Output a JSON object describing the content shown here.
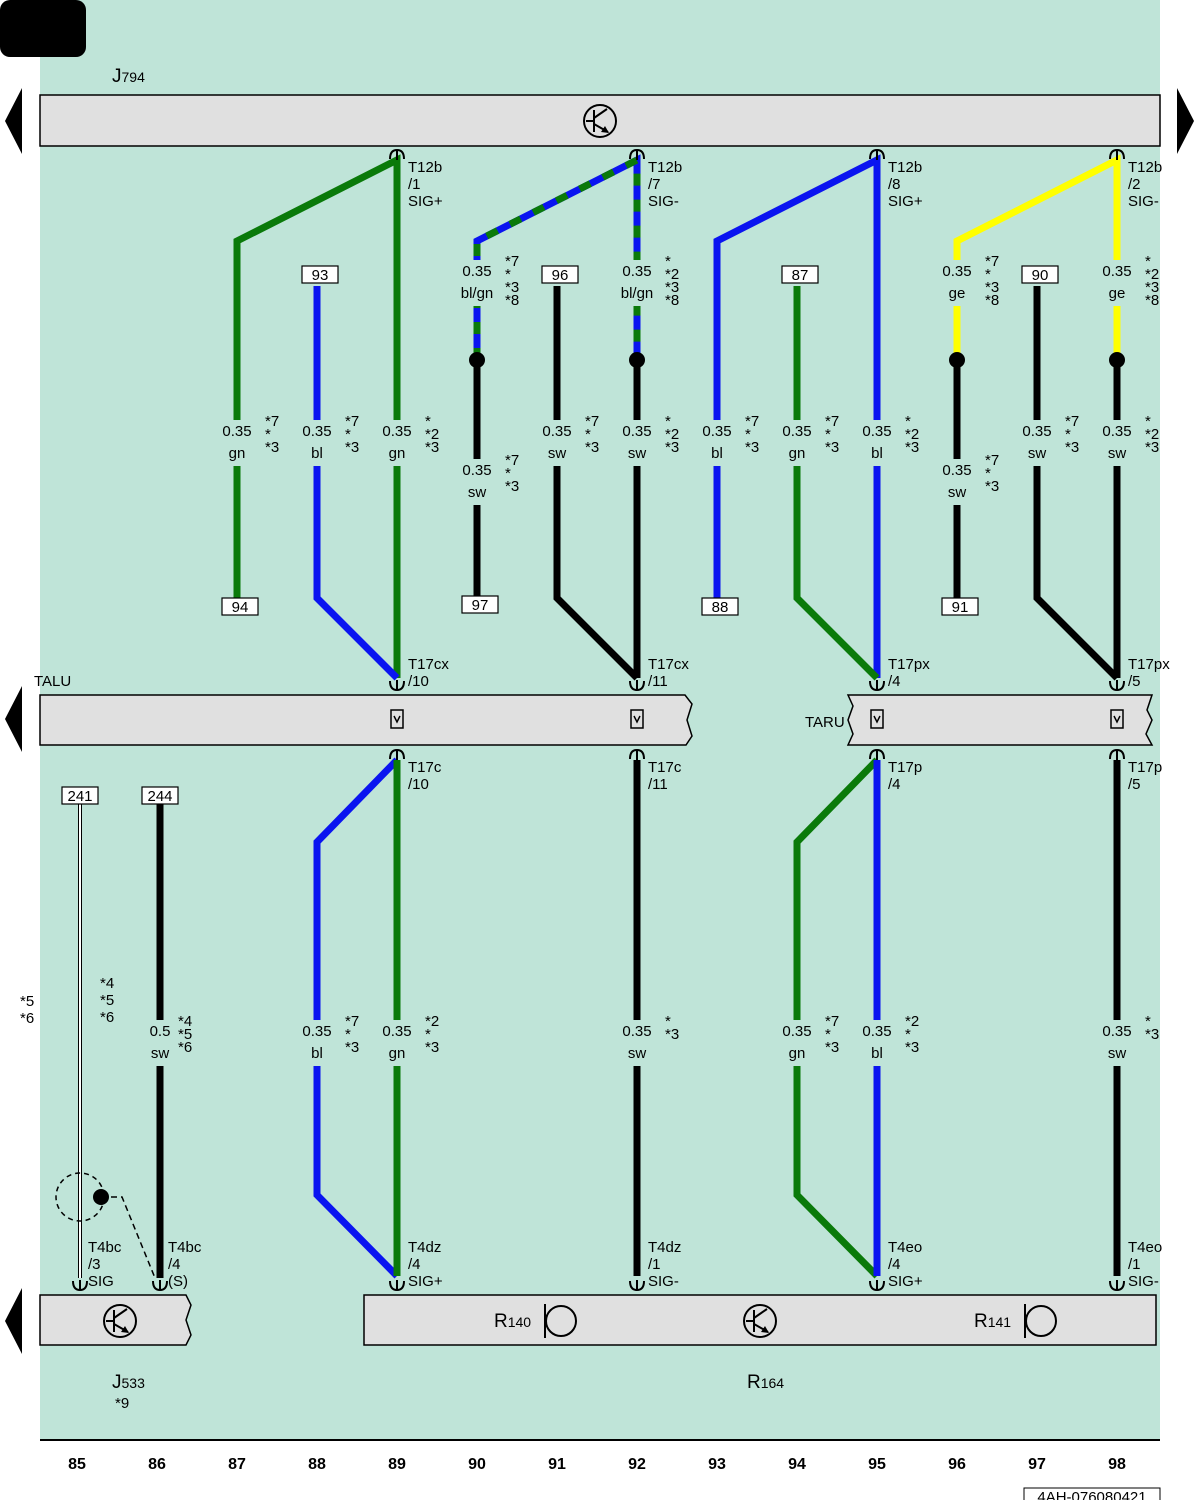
{
  "colors": {
    "background": "#bfe4d8",
    "bar": "#e0e0e0",
    "green": "#0a7a0a",
    "blue": "#0a14f0",
    "black": "#000000",
    "yellow": "#ffff00",
    "white": "#ffffff"
  },
  "diagram": {
    "page_tag": "",
    "doc_number": "4AH-076080421",
    "column_numbers": [
      "85",
      "86",
      "87",
      "88",
      "89",
      "90",
      "91",
      "92",
      "93",
      "94",
      "95",
      "96",
      "97",
      "98"
    ],
    "components": {
      "j794": {
        "main": "J",
        "sub": "794"
      },
      "talu": "TALU",
      "taru": "TARU",
      "j533": {
        "main": "J",
        "sub": "533",
        "note": "*9"
      },
      "r164": {
        "main": "R",
        "sub": "164"
      },
      "r140": {
        "main": "R",
        "sub": "140"
      },
      "r141": {
        "main": "R",
        "sub": "141"
      }
    },
    "connectors": {
      "c89_top": [
        "T12b",
        "/1",
        "SIG+"
      ],
      "c92_top": [
        "T12b",
        "/7",
        "SIG-"
      ],
      "c95_top": [
        "T12b",
        "/8",
        "SIG+"
      ],
      "c98_top": [
        "T12b",
        "/2",
        "SIG-"
      ],
      "c89_talu": [
        "T17cx",
        "/10"
      ],
      "c92_talu": [
        "T17cx",
        "/11"
      ],
      "c95_taru": [
        "T17px",
        "/4"
      ],
      "c98_taru": [
        "T17px",
        "/5"
      ],
      "c89_tc": [
        "T17c",
        "/10"
      ],
      "c92_tc": [
        "T17c",
        "/11"
      ],
      "c95_tp": [
        "T17p",
        "/4"
      ],
      "c98_tp": [
        "T17p",
        "/5"
      ],
      "c85_bot": [
        "T4bc",
        "/3",
        "SIG"
      ],
      "c86_bot": [
        "T4bc",
        "/4",
        "(S)"
      ],
      "c89_bot": [
        "T4dz",
        "/4",
        "SIG+"
      ],
      "c92_bot": [
        "T4dz",
        "/1",
        "SIG-"
      ],
      "c95_bot": [
        "T4eo",
        "/4",
        "SIG+"
      ],
      "c98_bot": [
        "T4eo",
        "/1",
        "SIG-"
      ]
    },
    "refs": {
      "r93": "93",
      "r96": "96",
      "r87": "87",
      "r90": "90",
      "r94": "94",
      "r97": "97",
      "r88": "88",
      "r91": "91",
      "r241": "241",
      "r244": "244"
    },
    "wires": {
      "w87": {
        "size": "0.35",
        "color": "gn",
        "notes": [
          "*7",
          "*",
          "*3"
        ]
      },
      "w88": {
        "size": "0.35",
        "color": "bl",
        "notes": [
          "*7",
          "*",
          "*3"
        ]
      },
      "w89": {
        "size": "0.35",
        "color": "gn",
        "notes": [
          "*",
          "*2",
          "*3"
        ]
      },
      "w90a": {
        "size": "0.35",
        "color": "bl/gn",
        "notes": [
          "*7",
          "*",
          "*3",
          "*8"
        ]
      },
      "w90b": {
        "size": "0.35",
        "color": "sw",
        "notes": [
          "*7",
          "*",
          "*3"
        ]
      },
      "w91": {
        "size": "0.35",
        "color": "sw",
        "notes": [
          "*7",
          "*",
          "*3"
        ]
      },
      "w92a": {
        "size": "0.35",
        "color": "bl/gn",
        "notes": [
          "*",
          "*2",
          "*3",
          "*8"
        ]
      },
      "w92b": {
        "size": "0.35",
        "color": "sw",
        "notes": [
          "*",
          "*2",
          "*3"
        ]
      },
      "w93": {
        "size": "0.35",
        "color": "bl",
        "notes": [
          "*7",
          "*",
          "*3"
        ]
      },
      "w94": {
        "size": "0.35",
        "color": "gn",
        "notes": [
          "*7",
          "*",
          "*3"
        ]
      },
      "w95": {
        "size": "0.35",
        "color": "bl",
        "notes": [
          "*",
          "*2",
          "*3"
        ]
      },
      "w96a": {
        "size": "0.35",
        "color": "ge",
        "notes": [
          "*7",
          "*",
          "*3",
          "*8"
        ]
      },
      "w96b": {
        "size": "0.35",
        "color": "sw",
        "notes": [
          "*7",
          "*",
          "*3"
        ]
      },
      "w97": {
        "size": "0.35",
        "color": "sw",
        "notes": [
          "*7",
          "*",
          "*3"
        ]
      },
      "w98a": {
        "size": "0.35",
        "color": "ge",
        "notes": [
          "*",
          "*2",
          "*3",
          "*8"
        ]
      },
      "w98b": {
        "size": "0.35",
        "color": "sw",
        "notes": [
          "*",
          "*2",
          "*3"
        ]
      },
      "l85": {
        "notes": [
          "*4",
          "*5",
          "*6"
        ]
      },
      "l85side": {
        "notes": [
          "*5",
          "*6"
        ]
      },
      "l86": {
        "size": "0.5",
        "color": "sw",
        "notes": [
          "*4",
          "*5",
          "*6"
        ]
      },
      "l88": {
        "size": "0.35",
        "color": "bl",
        "notes": [
          "*7",
          "*",
          "*3"
        ]
      },
      "l89": {
        "size": "0.35",
        "color": "gn",
        "notes": [
          "*2",
          "*",
          "*3"
        ]
      },
      "l92": {
        "size": "0.35",
        "color": "sw",
        "notes": [
          "*",
          "*3"
        ]
      },
      "l94": {
        "size": "0.35",
        "color": "gn",
        "notes": [
          "*7",
          "*",
          "*3"
        ]
      },
      "l95": {
        "size": "0.35",
        "color": "bl",
        "notes": [
          "*2",
          "*",
          "*3"
        ]
      },
      "l98": {
        "size": "0.35",
        "color": "sw",
        "notes": [
          "*",
          "*3"
        ]
      }
    }
  }
}
